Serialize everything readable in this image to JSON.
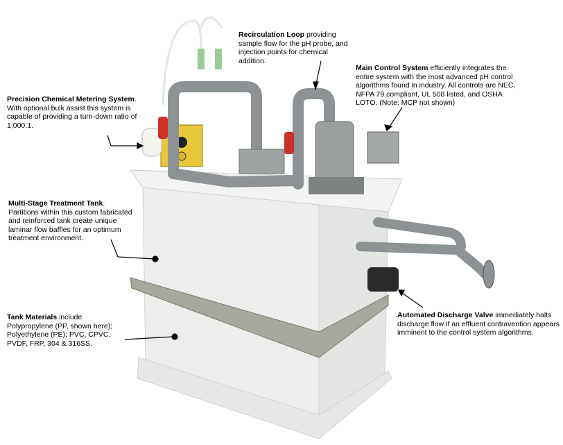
{
  "callouts": {
    "recirculation": {
      "title": "Recirculation Loop",
      "text": " providing sample flow for the pH probe, and injection points for chemical addition."
    },
    "main_control": {
      "title": "Main Control System",
      "text": " efficiently integrates the entire system with the most advanced pH control algorithms found in industry. All controls are NEC, NFPA 79 compliant, UL 508 listed, and OSHA LOTO. (Note: MCP not shown)"
    },
    "metering": {
      "title": "Precision Chemical Metering System",
      "text": ". With optional bulk assist this system is capable of providing a turn-down ratio of 1,000:1."
    },
    "tank": {
      "title": "Multi-Stage Treatment Tank",
      "text": ". Partitions within this custom fabricated and reinforced tank create unique laminar flow baffles for an optimum treatment environment."
    },
    "materials": {
      "title": "Tank Materials",
      "text": " include Polypropylene (PP, shown here); Polyethylene (PE); PVC, CPVC, PVDF, FRP, 304 & 316SS."
    },
    "discharge": {
      "title": "Automated Discharge Valve",
      "text": " immediately halts discharge flow if an effluent contravention appears imminent to the control system algorithms."
    }
  },
  "colors": {
    "tank": "#eef0ee",
    "tank_shadow": "#d9dcd9",
    "pipe": "#8d9294",
    "pipe_dark": "#6f7476",
    "valve_red": "#d0302a",
    "pump_yellow": "#e8c83a",
    "steel": "#a9a89e",
    "motor": "#9aa09c"
  }
}
